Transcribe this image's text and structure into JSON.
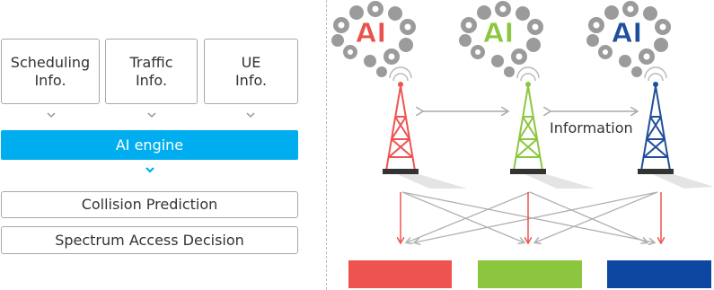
{
  "inputs": [
    {
      "label": "Scheduling\nInfo."
    },
    {
      "label": "Traffic\nInfo."
    },
    {
      "label": "UE\nInfo."
    }
  ],
  "engine": {
    "label": "AI engine"
  },
  "outputs": [
    {
      "label": "Collision Prediction"
    },
    {
      "label": "Spectrum Access Decision"
    }
  ],
  "ai_badges": [
    {
      "text": "AI",
      "color": "#e8524a"
    },
    {
      "text": "AI",
      "color": "#8cc63f"
    },
    {
      "text": "AI",
      "color": "#1f4e9c"
    }
  ],
  "information_label": "Information",
  "colors": {
    "accent": "#00aeef",
    "red": "#ef5350",
    "green": "#8cc63f",
    "blue": "#0d47a1",
    "gray_arrow": "#b0b0b0"
  }
}
